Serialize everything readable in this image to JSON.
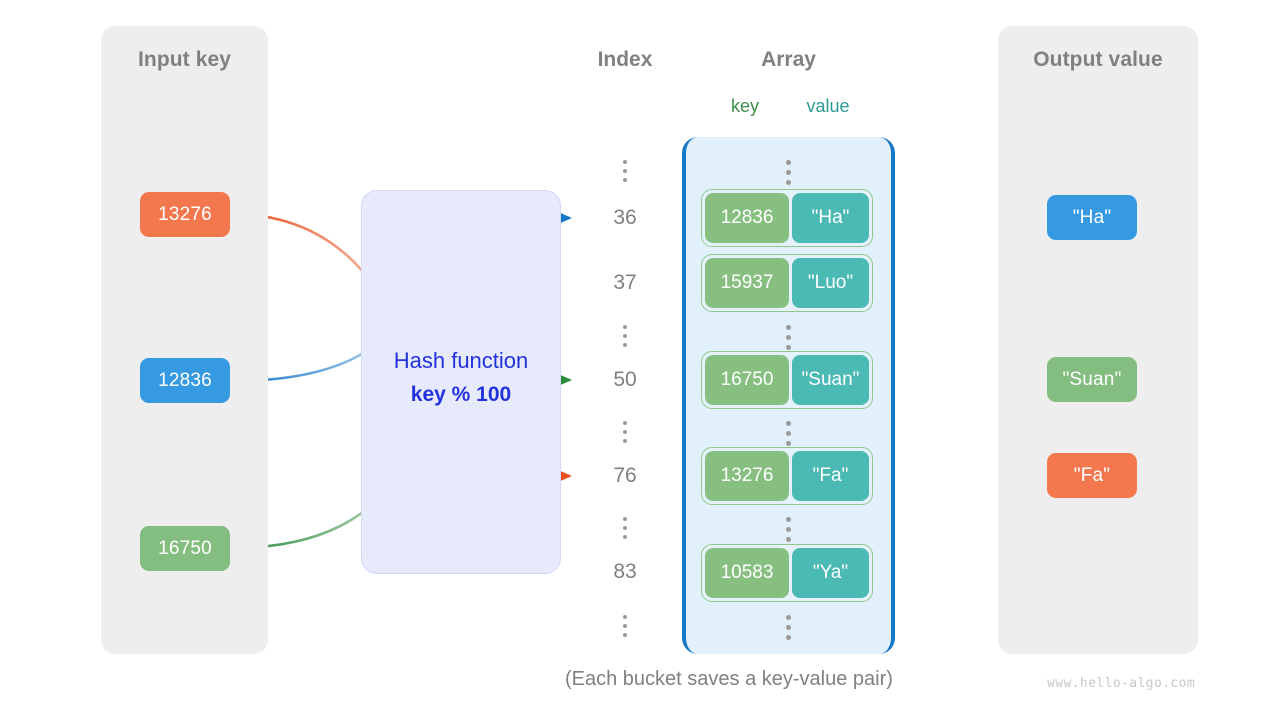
{
  "panels": {
    "input": {
      "title": "Input key"
    },
    "output": {
      "title": "Output value"
    }
  },
  "hash": {
    "line1": "Hash function",
    "line2": "key % 100",
    "color": "#2232dd"
  },
  "columns": {
    "index_title": "Index",
    "array_title": "Array",
    "key_header": "key",
    "value_header": "value"
  },
  "input_keys": [
    {
      "label": "13276",
      "color": "#f4784d"
    },
    {
      "label": "12836",
      "color": "#359ae2"
    },
    {
      "label": "16750",
      "color": "#84bd80"
    }
  ],
  "output_values": [
    {
      "label": "\"Ha\"",
      "color": "#359ae2"
    },
    {
      "label": "\"Suan\"",
      "color": "#84bd80"
    },
    {
      "label": "\"Fa\"",
      "color": "#f4784d"
    }
  ],
  "index_column": [
    "⋮",
    "36",
    "37",
    "⋮",
    "50",
    "⋮",
    "76",
    "⋮",
    "83",
    "⋮"
  ],
  "buckets": [
    {
      "index": "36",
      "key": "12836",
      "value": "\"Ha\""
    },
    {
      "index": "37",
      "key": "15937",
      "value": "\"Luo\""
    },
    {
      "index": "50",
      "key": "16750",
      "value": "\"Suan\""
    },
    {
      "index": "76",
      "key": "13276",
      "value": "\"Fa\""
    },
    {
      "index": "83",
      "key": "10583",
      "value": "\"Ya\""
    }
  ],
  "mappings": [
    {
      "from_key": "13276",
      "to_index": "76",
      "to_value": "\"Fa\"",
      "color": "#e8501d"
    },
    {
      "from_key": "12836",
      "to_index": "36",
      "to_value": "\"Ha\"",
      "color": "#1878c8"
    },
    {
      "from_key": "16750",
      "to_index": "50",
      "to_value": "\"Suan\"",
      "color": "#2c8c3c"
    }
  ],
  "caption": "(Each bucket saves a key-value pair)",
  "watermark": "www.hello-algo.com",
  "colors": {
    "bucket_key": "#86bf80",
    "bucket_value": "#4bb9b4",
    "array_fill": "#e2f0fb",
    "array_border": "#1878c8",
    "panel_fill": "#eeeeee",
    "hash_fill": "#e7eafb",
    "text_gray": "#808080"
  }
}
